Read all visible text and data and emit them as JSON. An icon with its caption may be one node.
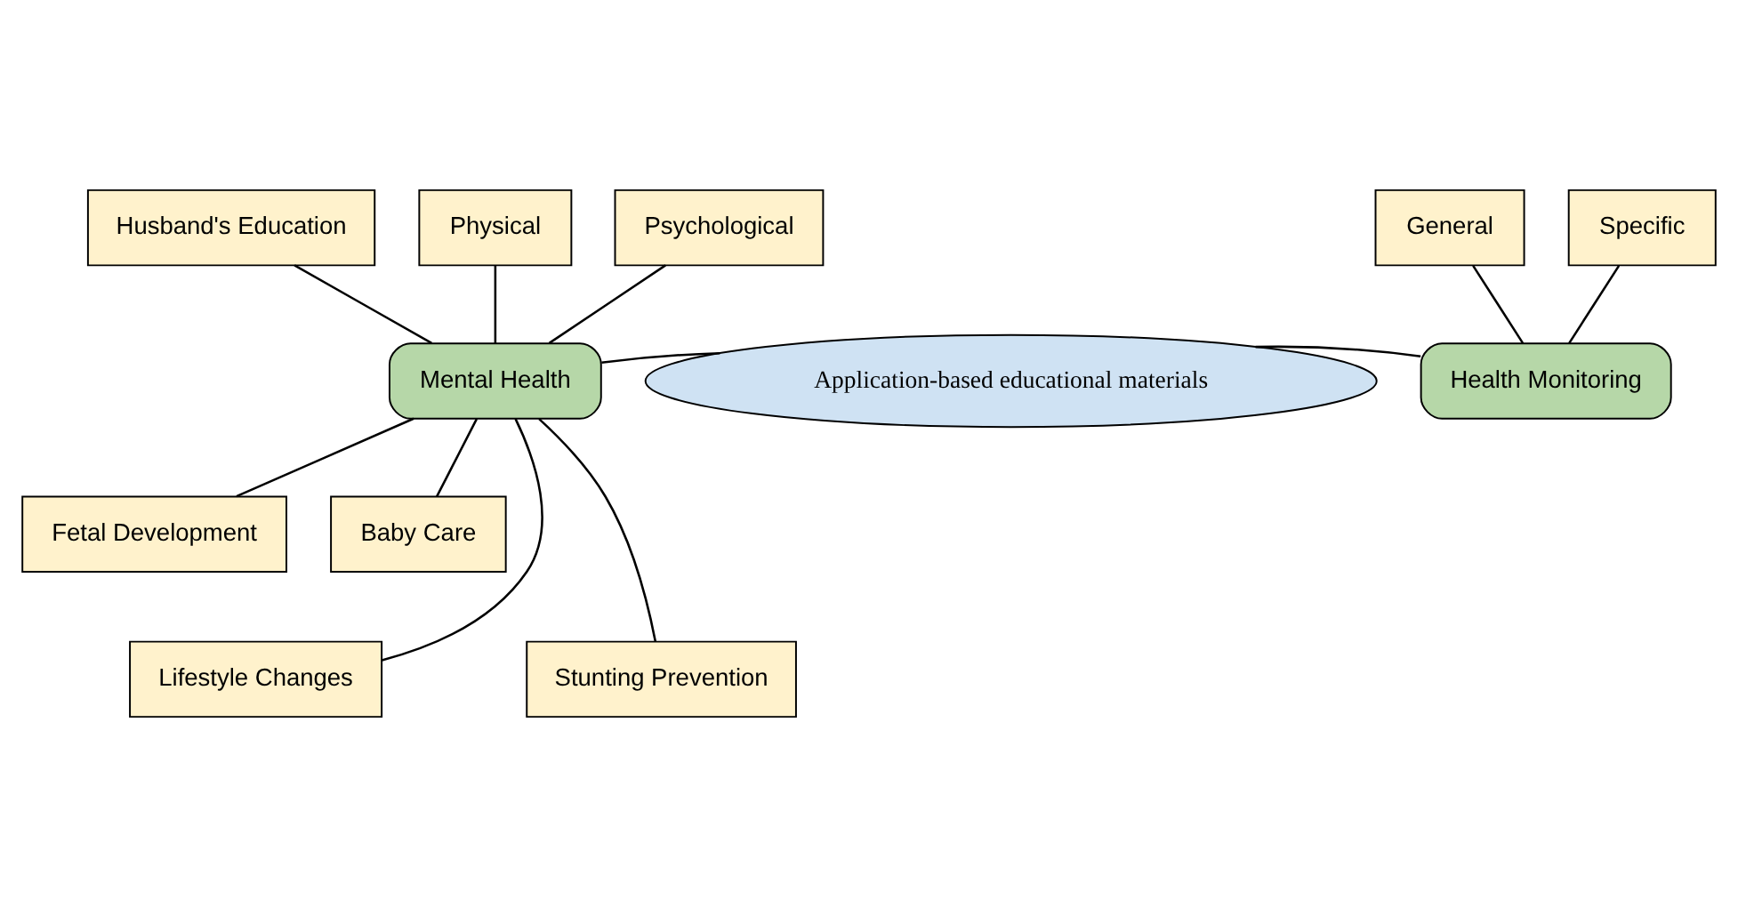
{
  "diagram": {
    "nodes": [
      {
        "text": [
          "Husband's Education"
        ]
      },
      {
        "text": [
          "Physical"
        ]
      },
      {
        "text": [
          "Psychological"
        ]
      },
      {
        "text": [
          "General"
        ]
      },
      {
        "text": [
          "Specific"
        ]
      },
      {
        "text": [
          "Mental Health"
        ]
      },
      {
        "text": [
          "Application-based educational materials"
        ]
      },
      {
        "text": [
          "Health Monitoring"
        ]
      },
      {
        "text": [
          "Fetal Development"
        ]
      },
      {
        "text": [
          "Baby Care"
        ]
      },
      {
        "text": [
          "Lifestyle Changes"
        ]
      },
      {
        "text": [
          "Stunting Prevention"
        ]
      }
    ],
    "edges": [
      {
        "from": 5,
        "to": 0,
        "arrow": "none"
      },
      {
        "from": 5,
        "to": 1,
        "arrow": "none"
      },
      {
        "from": 5,
        "to": 2,
        "arrow": "none"
      },
      {
        "from": 5,
        "to": 6,
        "arrow": "none"
      },
      {
        "from": 6,
        "to": 7,
        "arrow": "none"
      },
      {
        "from": 7,
        "to": 3,
        "arrow": "none"
      },
      {
        "from": 7,
        "to": 4,
        "arrow": "none"
      },
      {
        "from": 5,
        "to": 8,
        "arrow": "none"
      },
      {
        "from": 5,
        "to": 9,
        "arrow": "none"
      },
      {
        "from": 5,
        "to": 10,
        "arrow": "none"
      },
      {
        "from": 5,
        "to": 11,
        "arrow": "none"
      }
    ]
  }
}
